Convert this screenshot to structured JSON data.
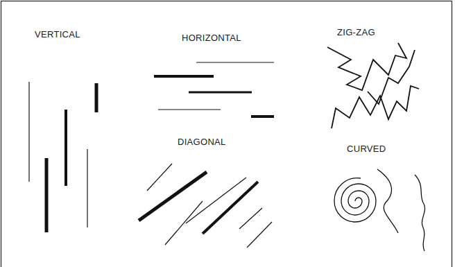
{
  "diagram": {
    "labels": [
      "VERTICAL",
      "HORIZONTAL",
      "ZIG-ZAG",
      "DIAGONAL",
      "CURVED"
    ]
  }
}
